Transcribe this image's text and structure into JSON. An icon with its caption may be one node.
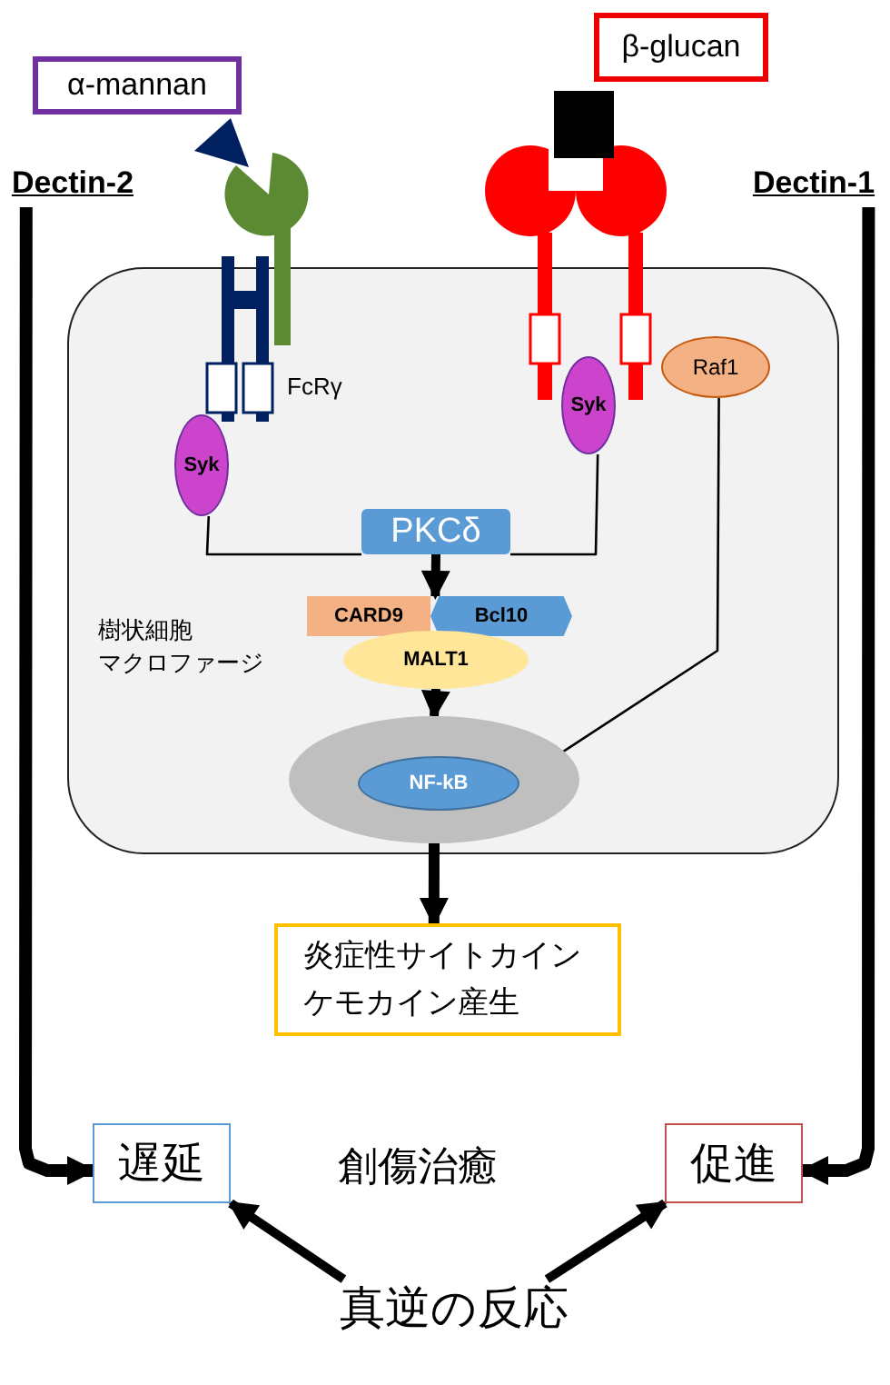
{
  "diagram": {
    "nodes": [
      {
        "text": [
          "樹状細胞",
          "マクロファージ"
        ]
      },
      {
        "text": [
          "α-mannan"
        ]
      },
      {
        "text": [
          "β-glucan"
        ]
      },
      {
        "text": [
          "Dectin-2"
        ]
      },
      {
        "text": [
          "Dectin-1"
        ]
      },
      {
        "text": [
          "Syk"
        ],
        "in": 0
      },
      {
        "text": [
          "Syk"
        ],
        "in": 0
      },
      {
        "text": [
          "Raf1"
        ],
        "in": 0
      },
      {
        "text": [
          "PKCδ"
        ],
        "in": 0
      },
      {
        "text": [
          "CARD9"
        ],
        "in": 0
      },
      {
        "text": [
          "Bcl10"
        ],
        "in": 0
      },
      {
        "text": [
          "MALT1"
        ],
        "in": 0
      },
      {
        "text": [],
        "shape": "ellipse",
        "in": 0
      },
      {
        "text": [
          "NF-kB"
        ],
        "in": 12
      },
      {
        "text": [
          "炎症性サイトカインケモカイン産生"
        ]
      },
      {
        "text": [
          "遅延"
        ]
      },
      {
        "text": [
          "促進"
        ]
      },
      {
        "text": [
          "真逆の反応"
        ]
      }
    ],
    "edges": [
      {
        "from": 5,
        "to": 8,
        "arrow": "none"
      },
      {
        "from": 6,
        "to": 8,
        "arrow": "none"
      },
      {
        "from": 8,
        "to": 9,
        "arrow": "to"
      },
      {
        "from": 11,
        "to": 12,
        "arrow": "to"
      },
      {
        "from": 7,
        "to": 12,
        "arrow": "to"
      },
      {
        "from": 12,
        "to": 14,
        "arrow": "to"
      },
      {
        "from": 3,
        "to": 15,
        "arrow": "to"
      },
      {
        "from": 4,
        "to": 16,
        "arrow": "to"
      },
      {
        "from": 17,
        "to": 15,
        "arrow": "to"
      },
      {
        "from": 17,
        "to": 16,
        "arrow": "to"
      }
    ],
    "labels": [
      "FcRγ",
      "創傷治癒"
    ]
  }
}
